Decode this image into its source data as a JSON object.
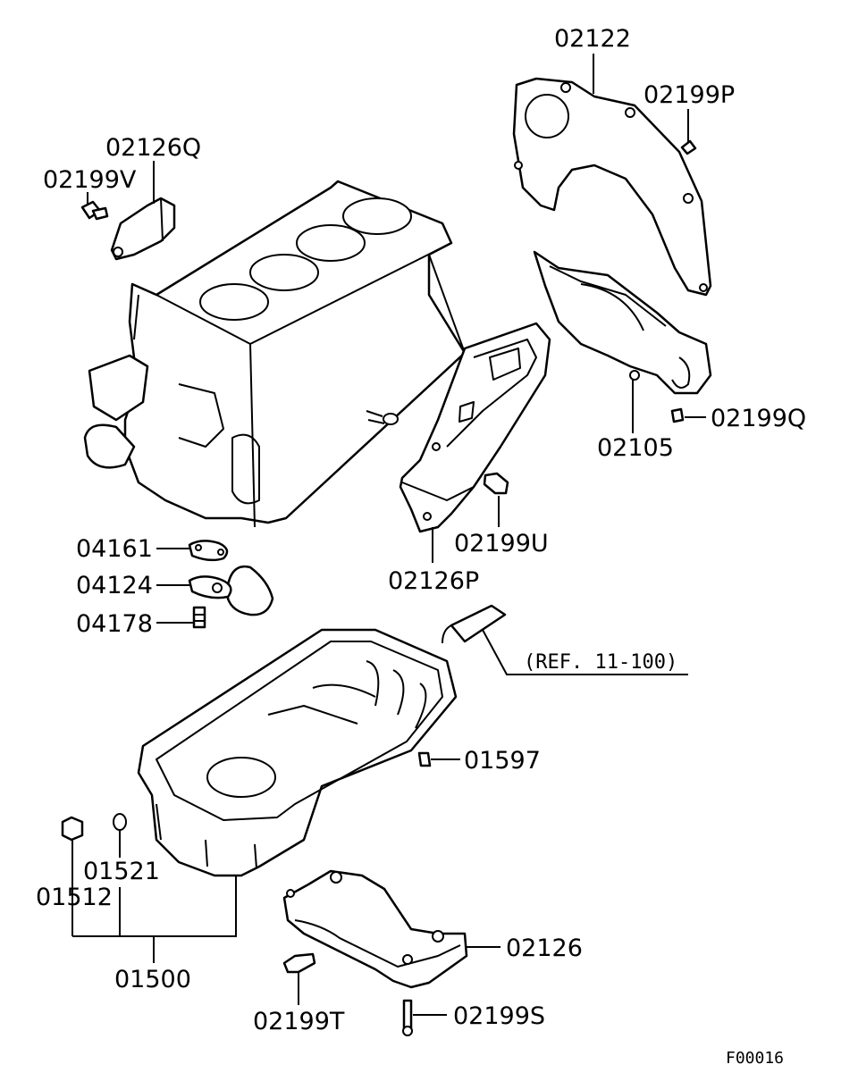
{
  "labels": {
    "p02122": "02122",
    "p02199P": "02199P",
    "p02126Q": "02126Q",
    "p02199V": "02199V",
    "p02199Q": "02199Q",
    "p02105": "02105",
    "p02199U": "02199U",
    "p02126P": "02126P",
    "p04161": "04161",
    "p04124": "04124",
    "p04178": "04178",
    "p01597": "01597",
    "p01521": "01521",
    "p01512": "01512",
    "p01500": "01500",
    "p02126": "02126",
    "p02199T": "02199T",
    "p02199S": "02199S"
  },
  "reference": "(REF. 11-100)",
  "figure_id": "F00016"
}
